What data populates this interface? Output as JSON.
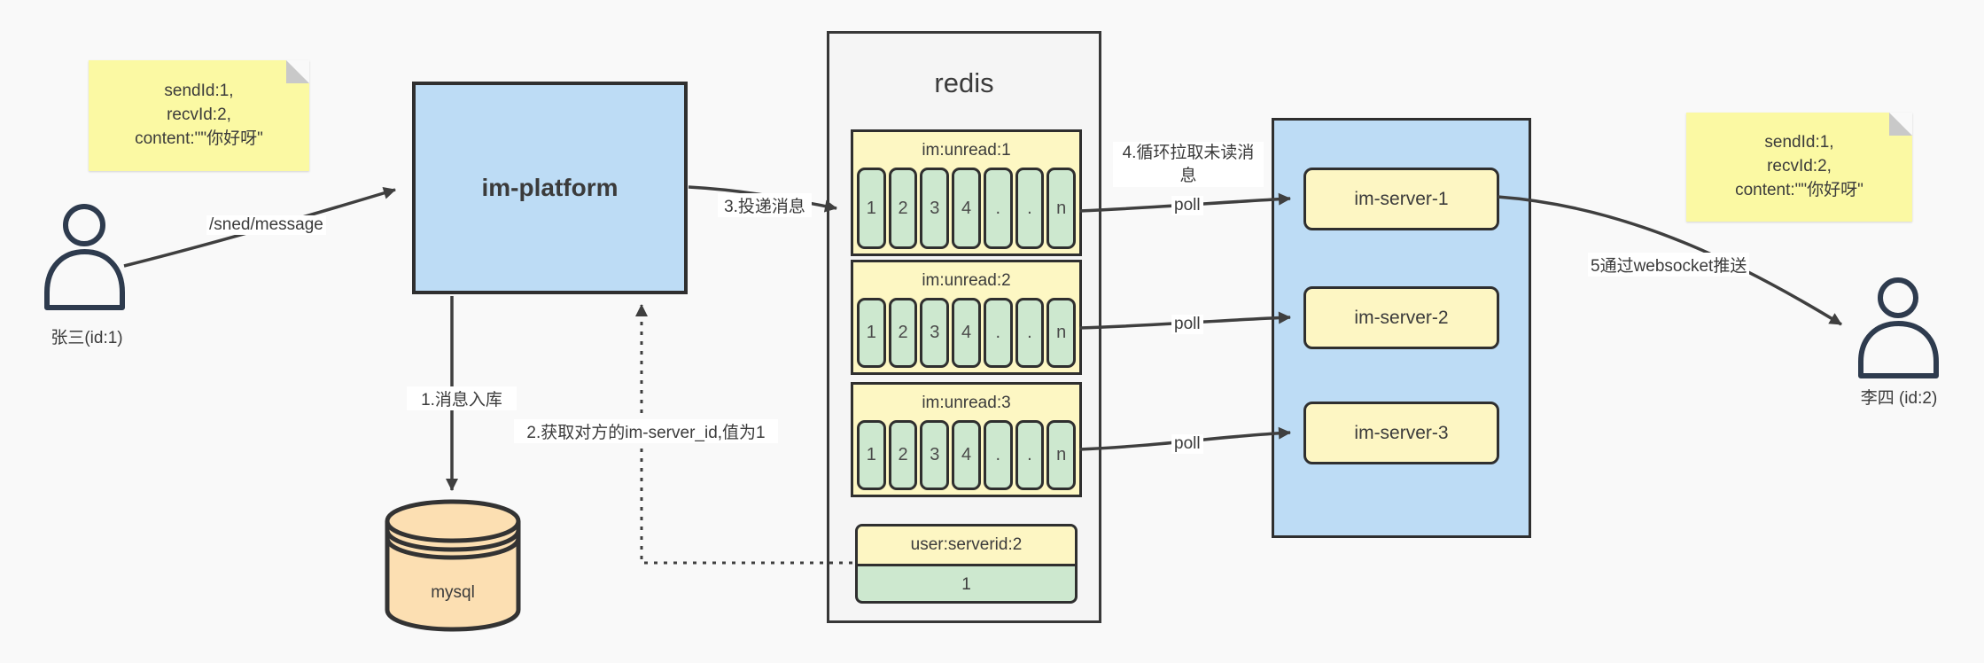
{
  "notes": {
    "left": {
      "lines": [
        "sendId:1,",
        "recvId:2,",
        "content:\"\"你好呀\""
      ]
    },
    "right": {
      "lines": [
        "sendId:1,",
        "recvId:2,",
        "content:\"\"你好呀\""
      ]
    }
  },
  "sender": {
    "label": "张三(id:1)"
  },
  "receiver": {
    "label": "李四 (id:2)"
  },
  "platform": {
    "label": "im-platform"
  },
  "database": {
    "label": "mysql"
  },
  "redis": {
    "title": "redis",
    "queues": [
      {
        "name": "im:unread:1",
        "cells": [
          "1",
          "2",
          "3",
          "4",
          ".",
          ".",
          "n"
        ]
      },
      {
        "name": "im:unread:2",
        "cells": [
          "1",
          "2",
          "3",
          "4",
          ".",
          ".",
          "n"
        ]
      },
      {
        "name": "im:unread:3",
        "cells": [
          "1",
          "2",
          "3",
          "4",
          ".",
          ".",
          "n"
        ]
      }
    ],
    "mapping": {
      "key": "user:serverid:2",
      "value": "1"
    }
  },
  "cluster": {
    "servers": [
      "im-server-1",
      "im-server-2",
      "im-server-3"
    ]
  },
  "labels": {
    "send_route": "/sned/message",
    "step1": "1.消息入库",
    "step2": "2.获取对方的im-server_id,值为1",
    "step3": "3.投递消息",
    "step4": "4.循环拉取未读消息",
    "poll": "poll",
    "step5": "5通过websocket推送"
  },
  "colors": {
    "background": "#f9f9f9",
    "note_yellow": "#fbf9a3",
    "box_blue": "#bddcf5",
    "queue_yellow": "#fdf7c3",
    "server_yellow": "#fdf6c3",
    "cell_green": "#cde8cf",
    "cylinder_orange": "#fcdfb2",
    "line_dark": "#3f3f3f",
    "person_navy": "#2e3b4e"
  }
}
